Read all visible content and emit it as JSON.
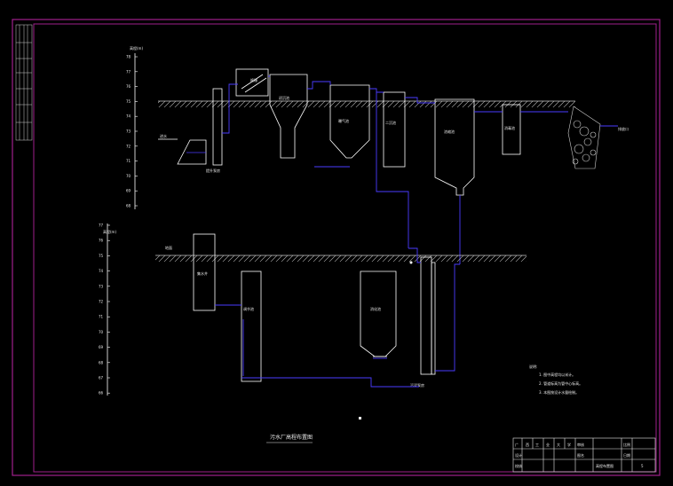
{
  "colors": {
    "background": "#000000",
    "frame": "#a0208c",
    "structure": "#ffffff",
    "pipe": "#4a3cff",
    "ground": "#c8c8c8",
    "label": "#e8e8e8"
  },
  "top_axis": {
    "title": "高程(m)",
    "ticks": [
      "78",
      "77",
      "76",
      "75",
      "74",
      "73",
      "72",
      "71",
      "70",
      "69",
      "68"
    ]
  },
  "bottom_axis": {
    "title": "高程(m)",
    "ticks": [
      "77",
      "76",
      "75",
      "74",
      "73",
      "72",
      "71",
      "70",
      "69",
      "68",
      "67",
      "66"
    ]
  },
  "top_units": {
    "grit": "格栅",
    "tank1": "初沉池",
    "tank2": "曝气池",
    "tank3": "二沉池",
    "tank4": "浓缩池",
    "tank5": "消毒池",
    "outfall": "排放口",
    "intake": "进水",
    "pump": "提升泵房"
  },
  "bottom_units": {
    "ground": "地面",
    "tank1": "集水井",
    "tank2": "调节池",
    "tank3": "消化池",
    "pump": "污泥泵房"
  },
  "notes": {
    "heading": "说明:",
    "items": [
      "1. 图中高程均以米计。",
      "2. 管道标高为管中心标高。",
      "3. 本图按设计水量绘制。"
    ]
  },
  "drawing_title": "污水厂高程布置图",
  "title_block": {
    "cells": [
      "广",
      "西",
      "工",
      "业",
      "大",
      "学"
    ],
    "rows": [
      "设计",
      "校核",
      "审核",
      "图名",
      "比例",
      "日期"
    ],
    "drawing_name": "高程布置图",
    "sheet_no": "5"
  }
}
